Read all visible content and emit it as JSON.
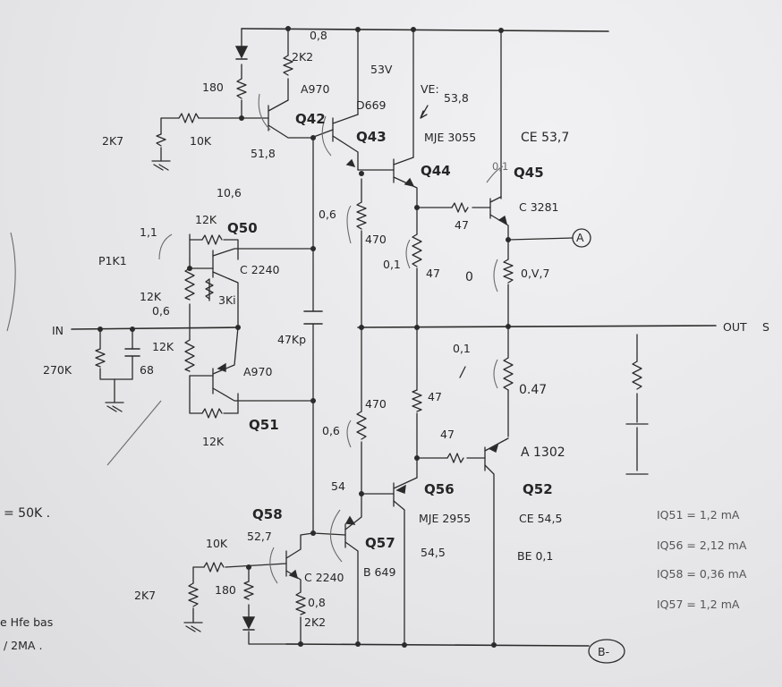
{
  "labels": {
    "r180_top": "180",
    "r2k2_top": "2K2",
    "v08_top": "0,8",
    "q_a970_top": "A970",
    "v53": "53V",
    "ve538": "VE:",
    "ve538b": "53,8",
    "q42": "Q42",
    "q43": "Q43",
    "d669": "D669",
    "mje3055": "MJE 3055",
    "ce537": "CE 53,7",
    "r2k7_top": "2K7",
    "r10k_top": "10K",
    "v518": "51,8",
    "q44": "Q44",
    "v01_q45": "0,1",
    "q45": "Q45",
    "c3281": "C 3281",
    "r47_q45": "47",
    "v06_a": "0,6",
    "r470_top": "470",
    "v01_mid": "0,1",
    "r47_mid": "47",
    "zero": "0",
    "r0417": "0,V,7",
    "node_a": "A",
    "v106": "10,6",
    "r12k_q50": "12K",
    "q50": "Q50",
    "v11": "1,1",
    "pot1k": "P1K1",
    "c2240_top": "C 2240",
    "r12k_left": "12K",
    "v06_b": "0,6",
    "r3k": "3Ki",
    "in": "IN",
    "out": "OUT",
    "out_s": "S",
    "r12k_mid": "12K",
    "r270k": "270K",
    "c68": "68",
    "a970_bot": "A970",
    "c47kp": "47Kp",
    "q51": "Q51",
    "r12k_bot": "12K",
    "v01_low": "0,1",
    "r047": "0.47",
    "r470_bot": "470",
    "v06_c": "0,6",
    "r47_low": "47",
    "r47_low2": "47",
    "a1302": "A 1302",
    "v54": "54",
    "q56": "Q56",
    "q52": "Q52",
    "q58": "Q58",
    "v527": "52,7",
    "r10k_bot": "10K",
    "mje2955": "MJE 2955",
    "ce545": "CE 54,5",
    "q57": "Q57",
    "r2k7_bot": "2K7",
    "r180_bot": "180",
    "c2240_bot": "C 2240",
    "v08_bot": "0,8",
    "r2k2_bot": "2K2",
    "b649": "B 649",
    "v545": "54,5",
    "be01": "BE 0,1",
    "node_b": "B-",
    "eq50k": "= 50K .",
    "hfe": "e Hfe bas",
    "ma2": "/ 2MA ."
  },
  "currents": [
    "IQ51 = 1,2 mA",
    "IQ56 = 2,12 mA",
    "IQ58 = 0,36 mA",
    "IQ57 = 1,2 mA"
  ]
}
